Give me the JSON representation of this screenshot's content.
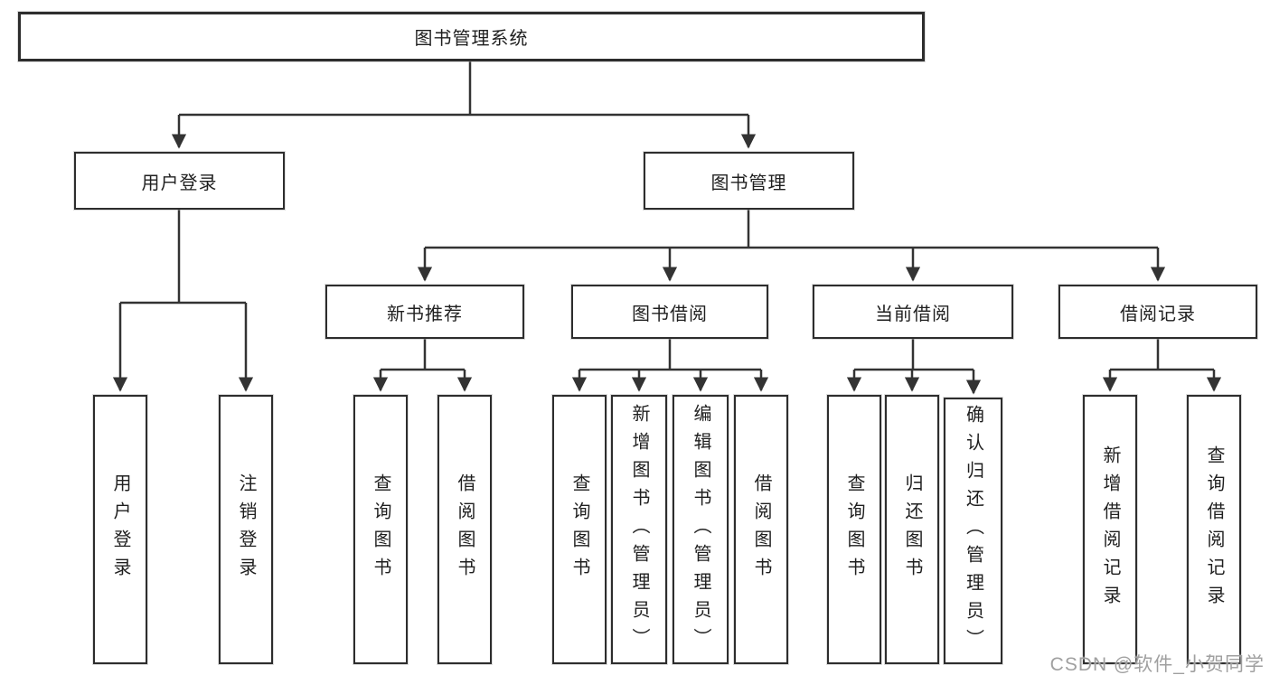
{
  "diagram": {
    "root": {
      "label": "图书管理系统",
      "children": [
        {
          "label": "用户登录",
          "children": [
            {
              "label": "用户登录"
            },
            {
              "label": "注销登录"
            }
          ]
        },
        {
          "label": "图书管理",
          "children": [
            {
              "label": "新书推荐",
              "children": [
                {
                  "label": "查询图书"
                },
                {
                  "label": "借阅图书"
                }
              ]
            },
            {
              "label": "图书借阅",
              "children": [
                {
                  "label": "查询图书"
                },
                {
                  "label": "新增图书（管理员）"
                },
                {
                  "label": "编辑图书（管理员）"
                },
                {
                  "label": "借阅图书"
                }
              ]
            },
            {
              "label": "当前借阅",
              "children": [
                {
                  "label": "查询图书"
                },
                {
                  "label": "归还图书"
                },
                {
                  "label": "确认归还（管理员）"
                }
              ]
            },
            {
              "label": "借阅记录",
              "children": [
                {
                  "label": "新增借阅记录"
                },
                {
                  "label": "查询借阅记录"
                }
              ]
            }
          ]
        }
      ]
    }
  },
  "watermark": {
    "text": "CSDN @软件_小贺同学"
  },
  "colors": {
    "line": "#333333",
    "box_border": "#2d2d2d",
    "text": "#1f1f1f",
    "watermark": "#a0a0a0",
    "background": "#ffffff"
  }
}
